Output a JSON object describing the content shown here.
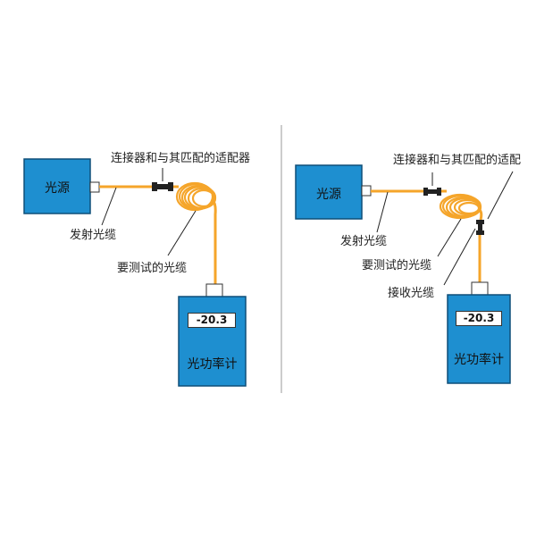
{
  "left": {
    "source_label": "光源",
    "connector_label": "连接器和与其匹配的适配器",
    "launch_cable_label": "发射光缆",
    "cable_under_test_label": "要测试的光缆",
    "meter_reading": "-20.3",
    "meter_label": "光功率计"
  },
  "right": {
    "source_label": "光源",
    "connector_label": "连接器和与其匹配的适配",
    "launch_cable_label": "发射光缆",
    "cable_under_test_label": "要测试的光缆",
    "receive_cable_label": "接收光缆",
    "meter_reading": "-20.3",
    "meter_label": "光功率计"
  },
  "colors": {
    "box_fill": "#1e8fd0",
    "fiber": "#f5a52a",
    "divider": "#999999"
  }
}
